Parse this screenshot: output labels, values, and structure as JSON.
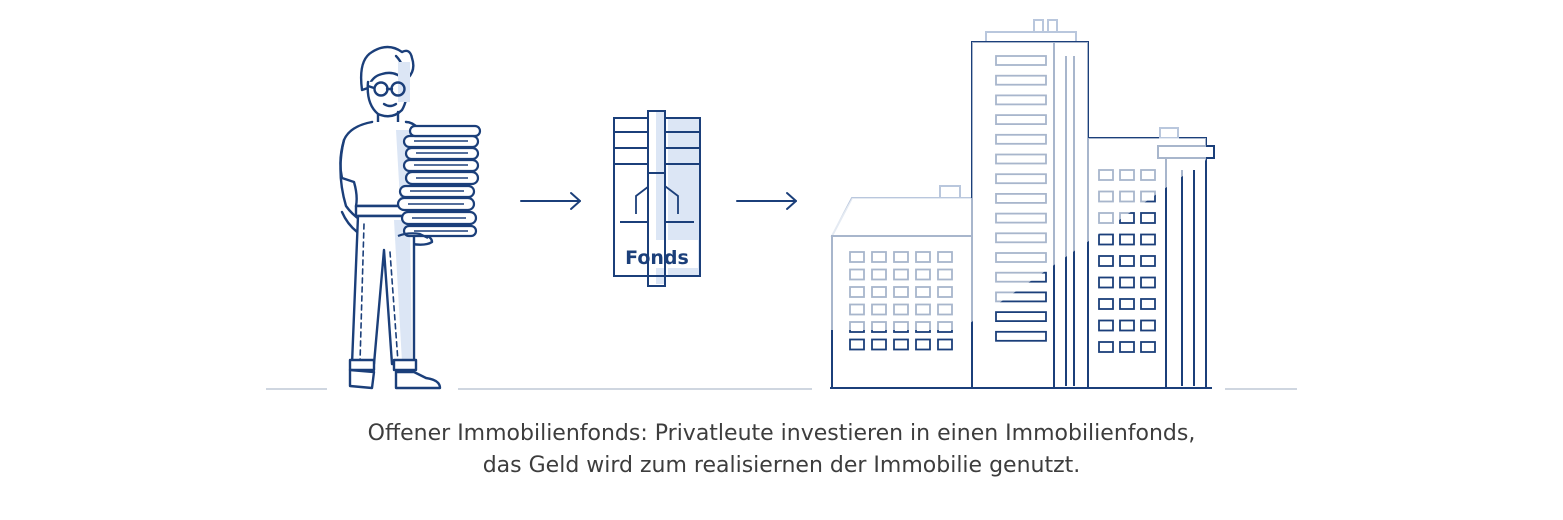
{
  "fonds": {
    "label": "Fonds"
  },
  "caption": {
    "line1": "Offener Immobilienfonds: Privatleute investieren in einen Immobilienfonds,",
    "line2": "das Geld wird zum realisiernen der Immobilie genutzt."
  },
  "colors": {
    "stroke": "#1b3f7a",
    "fill_light": "#dce6f5",
    "ground": "#cfd6e0",
    "text": "#3d3d3d"
  },
  "icons": [
    "person-icon",
    "coin-stack-icon",
    "arrow-right-icon",
    "fund-folder-icon",
    "building-icon"
  ]
}
